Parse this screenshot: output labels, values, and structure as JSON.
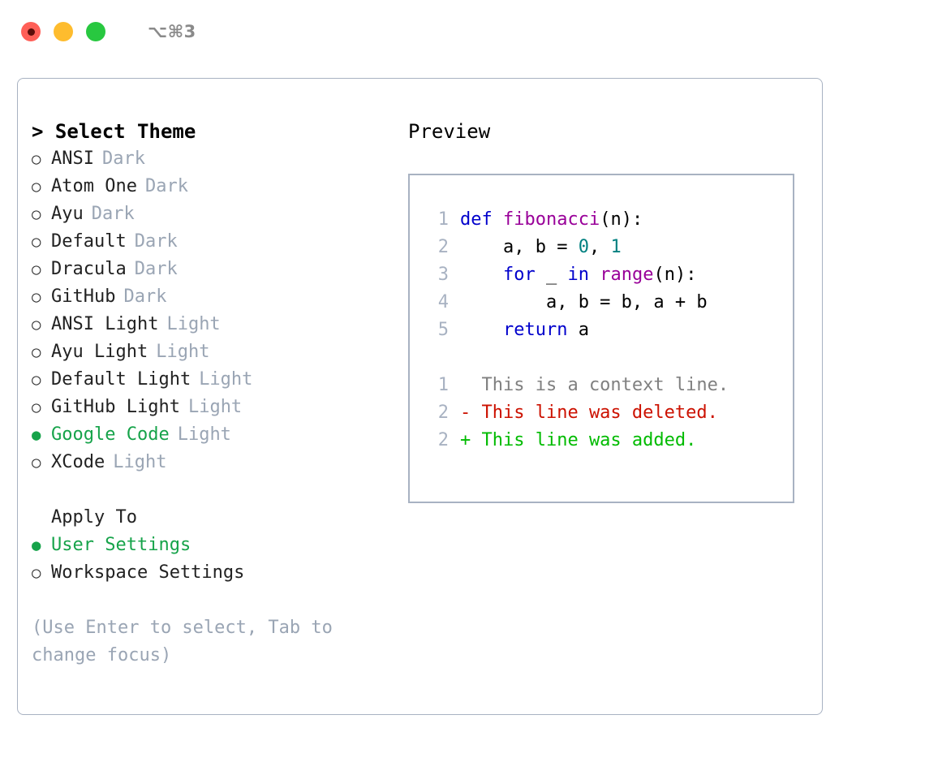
{
  "window": {
    "shortcut_label": "⌥⌘3",
    "traffic_lights": {
      "close": "close-button",
      "minimize": "minimize-button",
      "maximize": "maximize-button"
    }
  },
  "theme_picker": {
    "title": "> Select Theme",
    "marker_selected": "●",
    "marker_unselected": "○",
    "selected_theme": "Google Code",
    "accent_color": "#16a34a",
    "items": [
      {
        "name": "ANSI",
        "kind": "Dark",
        "selected": false
      },
      {
        "name": "Atom One",
        "kind": "Dark",
        "selected": false
      },
      {
        "name": "Ayu",
        "kind": "Dark",
        "selected": false
      },
      {
        "name": "Default",
        "kind": "Dark",
        "selected": false
      },
      {
        "name": "Dracula",
        "kind": "Dark",
        "selected": false
      },
      {
        "name": "GitHub",
        "kind": "Dark",
        "selected": false
      },
      {
        "name": "ANSI Light",
        "kind": "Light",
        "selected": false
      },
      {
        "name": "Ayu Light",
        "kind": "Light",
        "selected": false
      },
      {
        "name": "Default Light",
        "kind": "Light",
        "selected": false
      },
      {
        "name": "GitHub Light",
        "kind": "Light",
        "selected": false
      },
      {
        "name": "Google Code",
        "kind": "Light",
        "selected": true
      },
      {
        "name": "XCode",
        "kind": "Light",
        "selected": false
      }
    ]
  },
  "apply_to": {
    "heading": "Apply To",
    "selected_option": "User Settings",
    "options": [
      {
        "label": "User Settings",
        "selected": true
      },
      {
        "label": "Workspace Settings",
        "selected": false
      }
    ]
  },
  "hint": "(Use Enter to select, Tab to change focus)",
  "preview": {
    "title": "Preview",
    "code_lines": [
      {
        "number": "1",
        "tokens": [
          {
            "text": "def ",
            "type": "kw"
          },
          {
            "text": "fibonacci",
            "type": "fn"
          },
          {
            "text": "(n):",
            "type": "plain"
          }
        ]
      },
      {
        "number": "2",
        "tokens": [
          {
            "text": "    a, b = ",
            "type": "plain"
          },
          {
            "text": "0",
            "type": "num"
          },
          {
            "text": ", ",
            "type": "plain"
          },
          {
            "text": "1",
            "type": "num"
          }
        ]
      },
      {
        "number": "3",
        "tokens": [
          {
            "text": "    ",
            "type": "plain"
          },
          {
            "text": "for",
            "type": "kw"
          },
          {
            "text": " _ ",
            "type": "plain"
          },
          {
            "text": "in",
            "type": "kw"
          },
          {
            "text": " ",
            "type": "plain"
          },
          {
            "text": "range",
            "type": "fn"
          },
          {
            "text": "(n):",
            "type": "plain"
          }
        ]
      },
      {
        "number": "4",
        "tokens": [
          {
            "text": "        a, b = b, a + b",
            "type": "plain"
          }
        ]
      },
      {
        "number": "5",
        "tokens": [
          {
            "text": "    ",
            "type": "plain"
          },
          {
            "text": "return",
            "type": "kw"
          },
          {
            "text": " a",
            "type": "plain"
          }
        ]
      }
    ],
    "diff_lines": [
      {
        "number": "1",
        "marker": " ",
        "text": "  This is a context line.",
        "type": "ctx"
      },
      {
        "number": "2",
        "marker": "-",
        "text": "- This line was deleted.",
        "type": "del"
      },
      {
        "number": "2",
        "marker": "+",
        "text": "+ This line was added.",
        "type": "add"
      }
    ],
    "colors": {
      "keyword": "#0000cc",
      "function": "#990099",
      "number": "#008080",
      "plain": "#000000",
      "gutter": "#a8b2c2",
      "diff_context": "#808080",
      "diff_deleted": "#cc1100",
      "diff_added": "#00bb00"
    }
  }
}
